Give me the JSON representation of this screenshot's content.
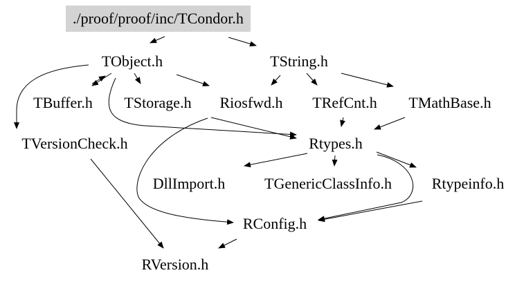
{
  "graph": {
    "nodes": [
      {
        "id": "root",
        "label": "./proof/proof/inc/TCondor.h"
      },
      {
        "id": "tobject",
        "label": "TObject.h"
      },
      {
        "id": "tstring",
        "label": "TString.h"
      },
      {
        "id": "tbuffer",
        "label": "TBuffer.h"
      },
      {
        "id": "tstorage",
        "label": "TStorage.h"
      },
      {
        "id": "riosfwd",
        "label": "Riosfwd.h"
      },
      {
        "id": "trefcnt",
        "label": "TRefCnt.h"
      },
      {
        "id": "tmathbase",
        "label": "TMathBase.h"
      },
      {
        "id": "tversion",
        "label": "TVersionCheck.h"
      },
      {
        "id": "rtypes",
        "label": "Rtypes.h"
      },
      {
        "id": "dllimport",
        "label": "DllImport.h"
      },
      {
        "id": "tgeneric",
        "label": "TGenericClassInfo.h"
      },
      {
        "id": "rtypeinfo",
        "label": "Rtypeinfo.h"
      },
      {
        "id": "rconfig",
        "label": "RConfig.h"
      },
      {
        "id": "rversion",
        "label": "RVersion.h"
      }
    ],
    "edges": [
      {
        "from": "root",
        "to": "tobject"
      },
      {
        "from": "root",
        "to": "tstring"
      },
      {
        "from": "tobject",
        "to": "tbuffer"
      },
      {
        "from": "tobject",
        "to": "tstorage"
      },
      {
        "from": "tobject",
        "to": "riosfwd"
      },
      {
        "from": "tobject",
        "to": "tversion"
      },
      {
        "from": "tobject",
        "to": "rtypes"
      },
      {
        "from": "tstring",
        "to": "trefcnt"
      },
      {
        "from": "tstring",
        "to": "tmathbase"
      },
      {
        "from": "tstring",
        "to": "riosfwd"
      },
      {
        "from": "tbuffer",
        "to": "tobject"
      },
      {
        "from": "riosfwd",
        "to": "rtypes"
      },
      {
        "from": "riosfwd",
        "to": "rconfig"
      },
      {
        "from": "trefcnt",
        "to": "rtypes"
      },
      {
        "from": "tmathbase",
        "to": "rtypes"
      },
      {
        "from": "rtypes",
        "to": "dllimport"
      },
      {
        "from": "rtypes",
        "to": "tgeneric"
      },
      {
        "from": "rtypes",
        "to": "rtypeinfo"
      },
      {
        "from": "rtypes",
        "to": "rconfig"
      },
      {
        "from": "rtypeinfo",
        "to": "rconfig"
      },
      {
        "from": "tversion",
        "to": "rversion"
      },
      {
        "from": "rconfig",
        "to": "rversion"
      }
    ]
  }
}
